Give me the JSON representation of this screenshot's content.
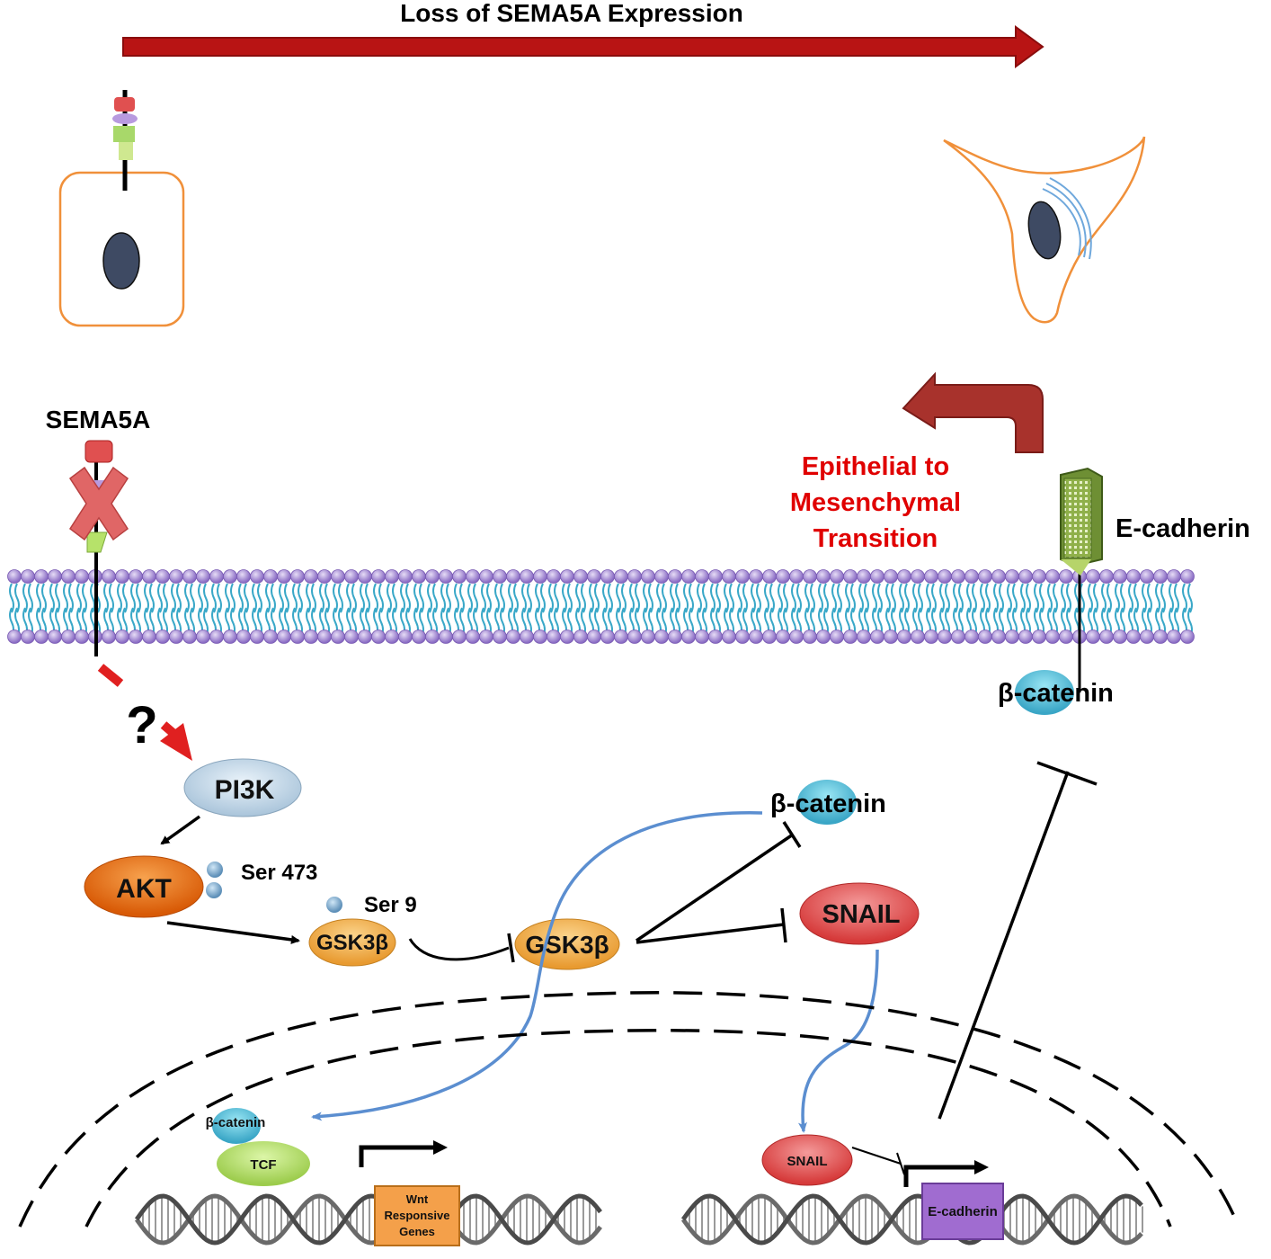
{
  "header": {
    "title": "Loss of SEMA5A Expression"
  },
  "labels": {
    "sema5a": "SEMA5A",
    "question": "?",
    "emt_line1": "Epithelial to",
    "emt_line2": "Mesenchymal",
    "emt_line3": "Transition",
    "ecadherin_membrane": "E-cadherin",
    "bcatenin_membrane": "β-catenin",
    "bcatenin_cyto": "β-catenin",
    "ser473": "Ser 473",
    "ser9": "Ser 9"
  },
  "nodes": {
    "pi3k": "PI3K",
    "akt": "AKT",
    "gsk3b_inactive": "GSK3β",
    "gsk3b_active": "GSK3β",
    "snail": "SNAIL",
    "bcatenin_nuclear": "β-catenin",
    "tcf": "TCF",
    "snail_nuclear": "SNAIL",
    "wnt_genes_line1": "Wnt",
    "wnt_genes_line2": "Responsive",
    "wnt_genes_line3": "Genes",
    "ecadherin_gene": "E-cadherin"
  },
  "colors": {
    "arrow_red": "#b81414",
    "emt_text": "#e00000",
    "membrane_head": "#a88fd6",
    "membrane_tail": "#3aa8c8",
    "cell_outline": "#f0903a",
    "nucleus": "#3e4a63",
    "pi3k": "#c6dcec",
    "akt": "#e8700e",
    "gsk3b": "#f4b454",
    "snail": "#e25454",
    "bcatenin": "#5cc8e0",
    "tcf": "#b6e26a",
    "wnt_box": "#f4a04a",
    "ecad_box": "#a06cd0",
    "blue_path": "#5b8ed0"
  }
}
